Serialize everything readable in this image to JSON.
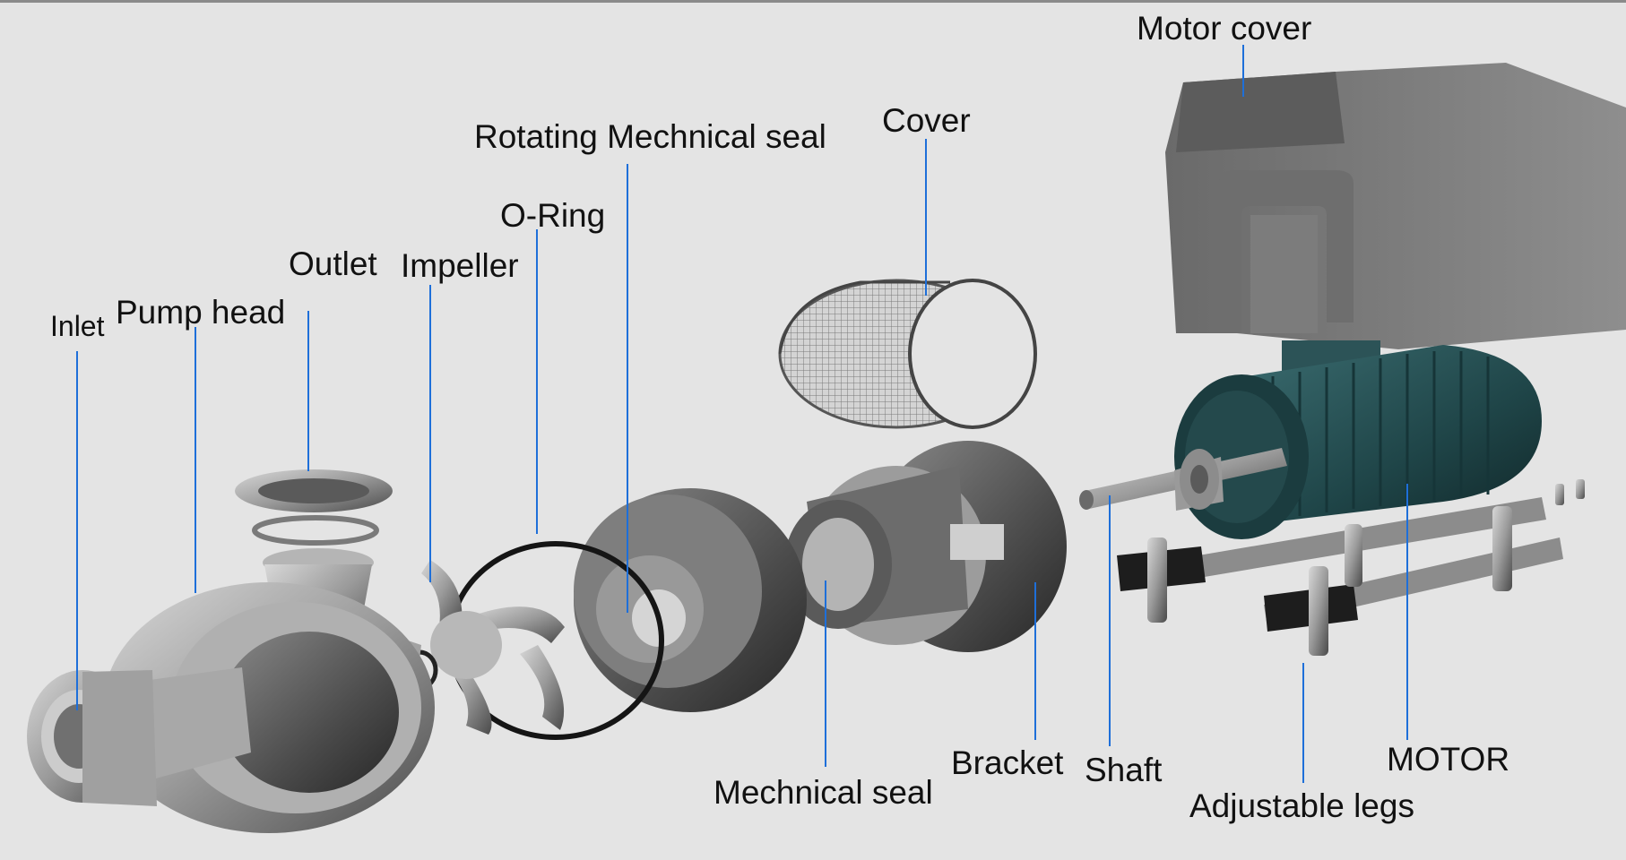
{
  "diagram": {
    "subject": "Exploded view of a centrifugal pump",
    "leader_color": "#1e6fd9",
    "labels": {
      "inlet": "Inlet",
      "pump_head": "Pump head",
      "outlet": "Outlet",
      "impeller": "Impeller",
      "o_ring": "O-Ring",
      "rotating_seal": "Rotating Mechnical seal",
      "cover": "Cover",
      "motor_cover": "Motor cover",
      "mechanical_seal": "Mechnical seal",
      "bracket": "Bracket",
      "shaft": "Shaft",
      "adjustable_legs": "Adjustable legs",
      "motor": "MOTOR"
    }
  }
}
